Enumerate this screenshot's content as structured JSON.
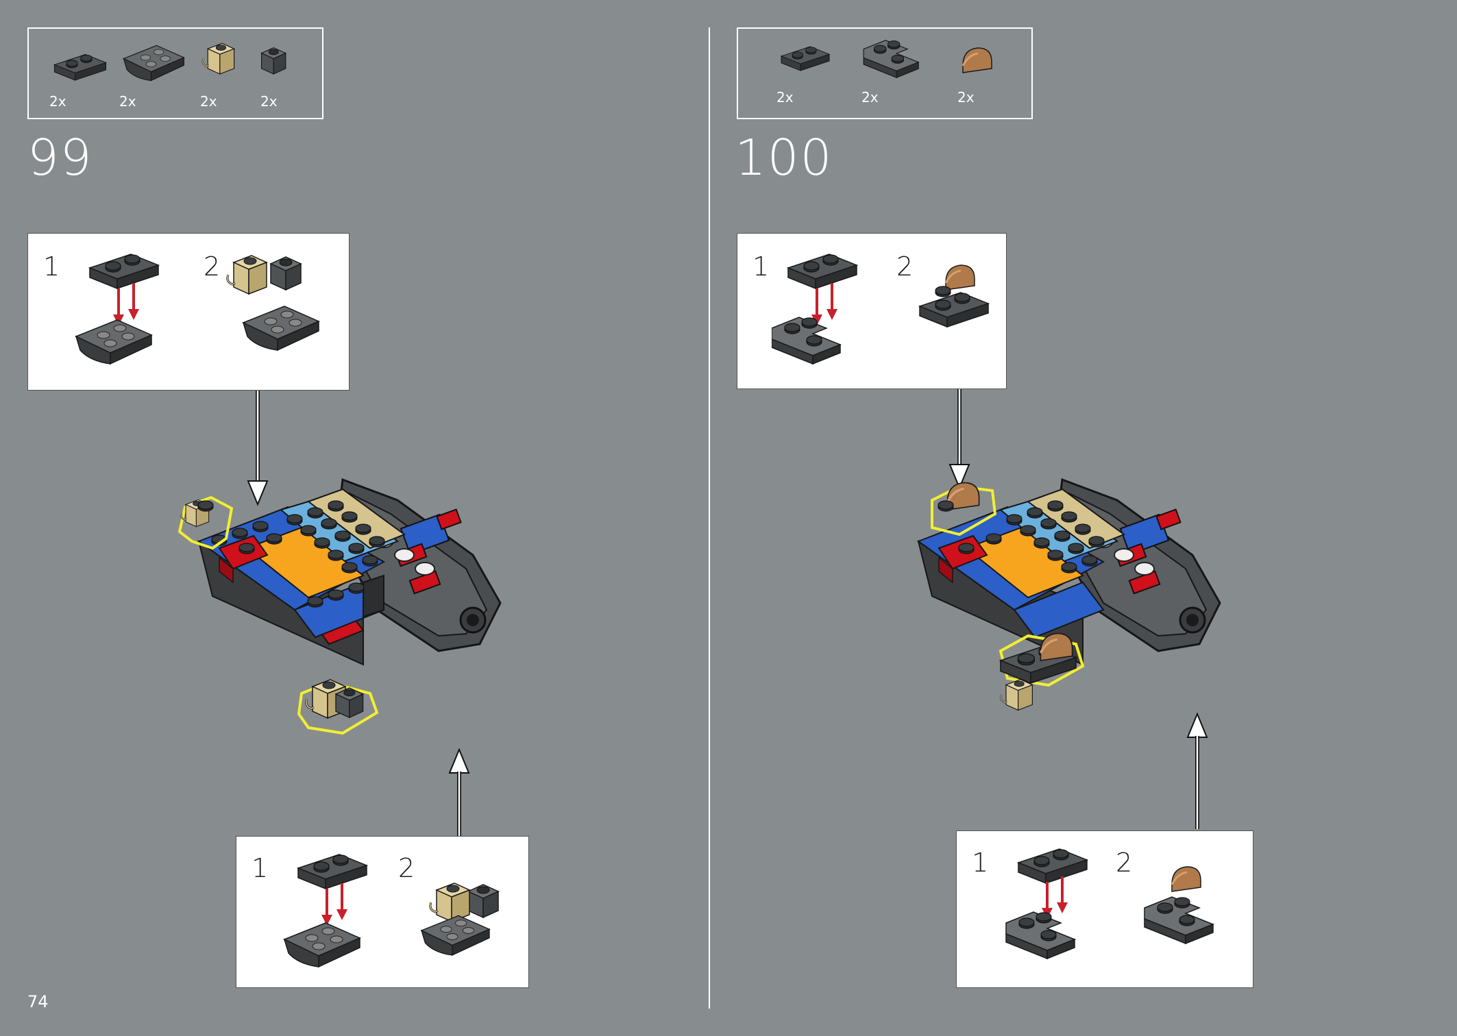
{
  "page_number": "74",
  "steps": [
    {
      "number": "99",
      "parts": [
        {
          "name": "dark gray plate 1x2",
          "qty": "2x"
        },
        {
          "name": "dark gray inverted slope",
          "qty": "2x"
        },
        {
          "name": "tan brick with clip",
          "qty": "2x"
        },
        {
          "name": "dark gray brick 1x1",
          "qty": "2x"
        }
      ],
      "subassemblies": [
        {
          "labels": [
            "1",
            "2"
          ]
        },
        {
          "labels": [
            "1",
            "2"
          ]
        }
      ]
    },
    {
      "number": "100",
      "parts": [
        {
          "name": "dark gray plate 1x2",
          "qty": "2x"
        },
        {
          "name": "dark gray corner plate",
          "qty": "2x"
        },
        {
          "name": "brown curved slope",
          "qty": "2x"
        }
      ],
      "subassemblies": [
        {
          "labels": [
            "1",
            "2"
          ]
        },
        {
          "labels": [
            "1",
            "2"
          ]
        }
      ]
    }
  ],
  "colors": {
    "background": "#878d8f",
    "arrow_red": "#c8202c",
    "highlight": "#f2ee32",
    "tan": "#d6c48e",
    "dark_gray": "#4a4d50",
    "blue": "#2c5fc7",
    "light_blue": "#6cb1de",
    "red": "#d0101a",
    "orange": "#f7a51f",
    "brown": "#b07a4a"
  }
}
